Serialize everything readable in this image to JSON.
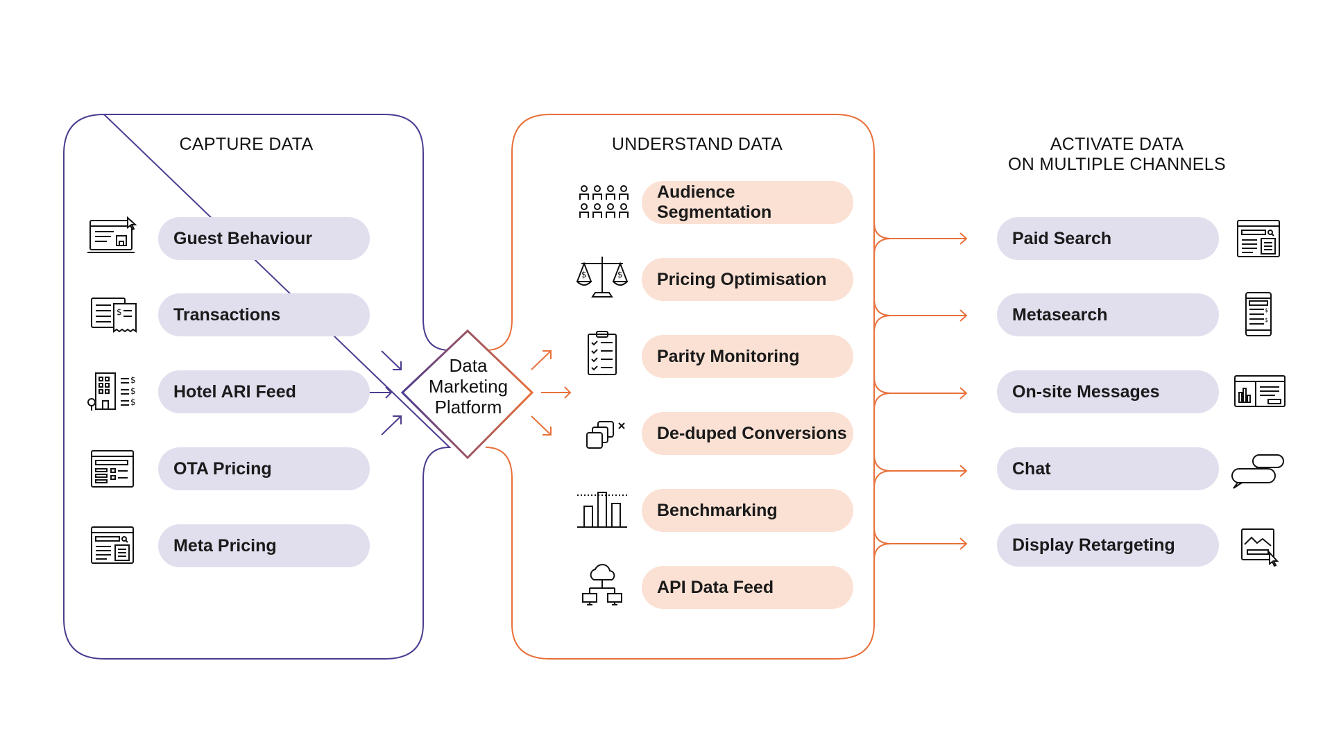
{
  "columns": {
    "capture": {
      "heading": "CAPTURE DATA",
      "items": [
        {
          "label": "Guest Behaviour",
          "icon": "browser-cursor-icon"
        },
        {
          "label": "Transactions",
          "icon": "receipt-icon"
        },
        {
          "label": "Hotel ARI Feed",
          "icon": "hotel-building-icon"
        },
        {
          "label": "OTA Pricing",
          "icon": "price-list-icon"
        },
        {
          "label": "Meta Pricing",
          "icon": "search-page-icon"
        }
      ]
    },
    "understand": {
      "heading": "UNDERSTAND DATA",
      "items": [
        {
          "label": "Audience Segmentation",
          "icon": "people-group-icon"
        },
        {
          "label": "Pricing Optimisation",
          "icon": "balance-scale-icon"
        },
        {
          "label": "Parity Monitoring",
          "icon": "clipboard-checklist-icon"
        },
        {
          "label": "De-duped Conversions",
          "icon": "duplicate-copies-icon"
        },
        {
          "label": "Benchmarking",
          "icon": "bar-chart-icon"
        },
        {
          "label": "API Data Feed",
          "icon": "cloud-network-icon"
        }
      ]
    },
    "activate": {
      "heading_line1": "ACTIVATE DATA",
      "heading_line2": "ON MULTIPLE CHANNELS",
      "items": [
        {
          "label": "Paid Search",
          "icon": "search-results-icon"
        },
        {
          "label": "Metasearch",
          "icon": "mobile-list-icon"
        },
        {
          "label": "On-site Messages",
          "icon": "website-panel-icon"
        },
        {
          "label": "Chat",
          "icon": "chat-bubbles-icon"
        },
        {
          "label": "Display Retargeting",
          "icon": "display-ad-icon"
        }
      ]
    }
  },
  "center": {
    "line1": "Data",
    "line2": "Marketing",
    "line3": "Platform"
  },
  "colors": {
    "purple": "#4d3b8f",
    "orange": "#e8703a",
    "capture_pill": "#e1dfee",
    "understand_pill": "#fbe1d4",
    "activate_pill": "#e1dfee"
  }
}
